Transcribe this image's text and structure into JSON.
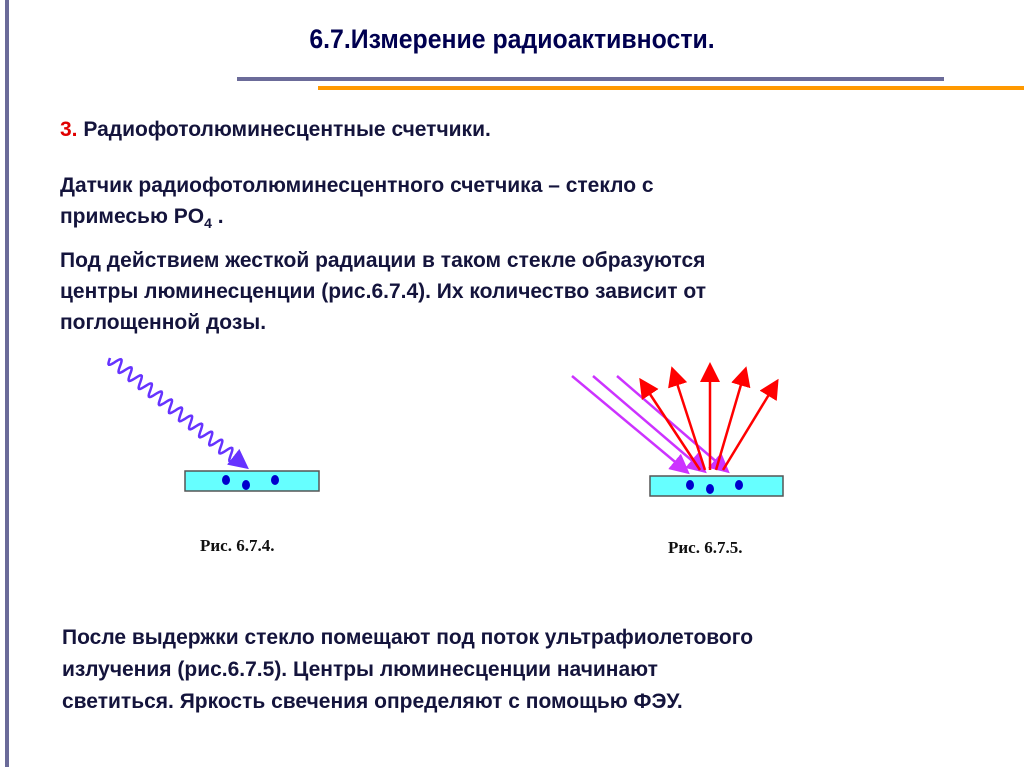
{
  "title": "6.7.Измерение радиоактивности.",
  "heading": {
    "number": "3.",
    "text": " Радиофотолюминесцентные счетчики."
  },
  "para1": {
    "line1": "Датчик радиофотолюминесцентного счетчика – стекло с",
    "line2_pre": "примесью PO",
    "line2_sub": "4",
    "line2_post": " ."
  },
  "para2": [
    "Под действием жесткой радиации в таком стекле образуются",
    "центры люминесценции (рис.6.7.4). Их количество зависит от",
    "поглощенной дозы."
  ],
  "captions": {
    "fig1": "Рис. 6.7.4.",
    "fig2": "Рис. 6.7.5."
  },
  "para3": [
    "После выдержки стекло помещают под поток ультрафиолетового",
    "излучения (рис.6.7.5). Центры люминесценции начинают",
    "светиться. Яркость свечения определяют с помощью ФЭУ."
  ],
  "colors": {
    "accent_line": "#6b6b99",
    "orange_line": "#ff9900",
    "glass": "#66ffff",
    "dot": "#0000cc",
    "wave": "#6633ff",
    "uv": "#cc33ff",
    "light": "#ff0000"
  }
}
